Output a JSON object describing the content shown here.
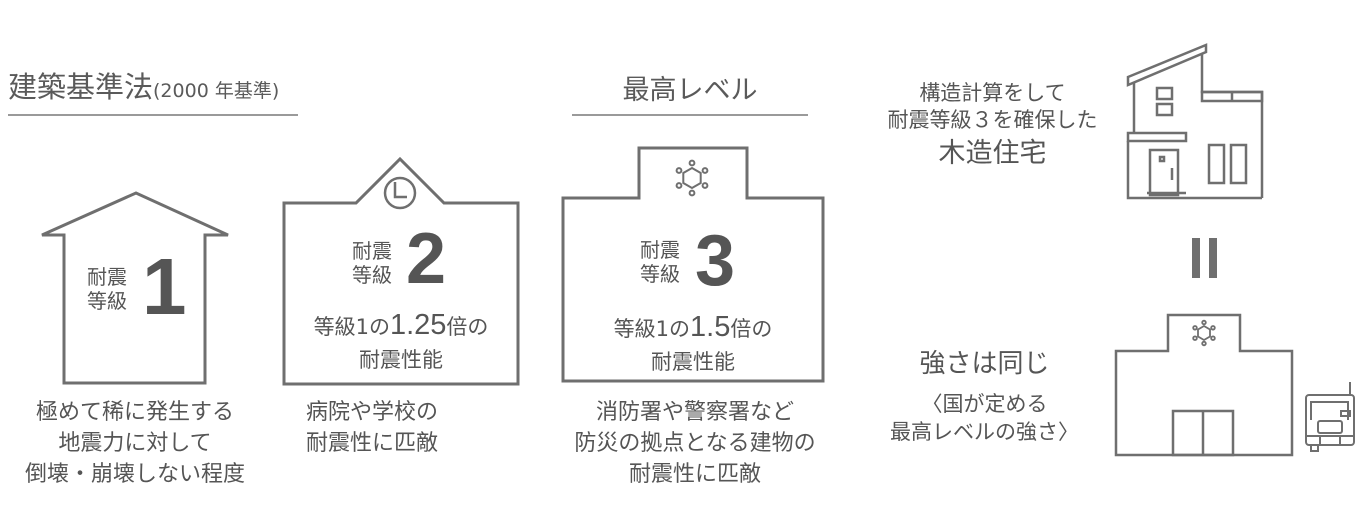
{
  "colors": {
    "line": "#6f6f6f",
    "text": "#555555",
    "rule": "#9a9a9a",
    "background": "#ffffff"
  },
  "section_headers": {
    "building_standard": {
      "main": "建築基準法",
      "sub": "(2000 年基準)"
    },
    "highest_level": "最高レベル"
  },
  "grades": [
    {
      "id": "grade-1",
      "label_line1": "耐震",
      "label_line2": "等級",
      "number": "1",
      "icon": "none",
      "shape": "house-pointed-roof",
      "description_lines": [],
      "caption_lines": [
        "極めて稀に発生する",
        "地震力に対して",
        "倒壊・崩壊しない程度"
      ]
    },
    {
      "id": "grade-2",
      "label_line1": "耐震",
      "label_line2": "等級",
      "number": "2",
      "icon": "clock-icon",
      "shape": "building-gable",
      "description_prefix": "等級1の",
      "description_multiplier": "1.25",
      "description_suffix": "倍の",
      "description_line2": "耐震性能",
      "caption_lines": [
        "病院や学校の",
        "耐震性に匹敵"
      ]
    },
    {
      "id": "grade-3",
      "label_line1": "耐震",
      "label_line2": "等級",
      "number": "3",
      "icon": "police-emblem-icon",
      "shape": "building-tower",
      "description_prefix": "等級1の",
      "description_multiplier": "1.5",
      "description_suffix": "倍の",
      "description_line2": "耐震性能",
      "caption_lines": [
        "消防署や警察署など",
        "防災の拠点となる建物の",
        "耐震性に匹敵"
      ]
    }
  ],
  "comparison": {
    "top_text_lines": [
      "構造計算をして",
      "耐震等級３を確保した"
    ],
    "top_text_emphasis": "木造住宅",
    "top_icon": "wooden-house-icon",
    "equals_symbol": "=",
    "bottom_title": "強さは同じ",
    "bottom_sub_lines": [
      "〈国が定める",
      "最高レベルの強さ〉"
    ],
    "bottom_icon": "police-station-icon",
    "vehicle_icon": "fire-truck-icon"
  }
}
